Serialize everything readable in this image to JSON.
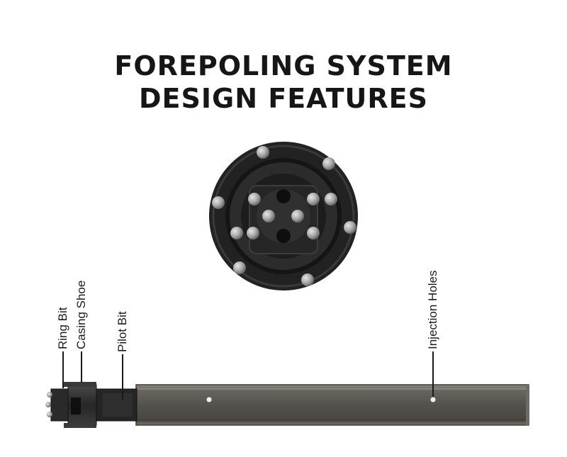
{
  "title": {
    "line1": "FOREPOLING SYSTEM",
    "line2": "DESIGN FEATURES"
  },
  "callouts": {
    "ring_bit": "Ring Bit",
    "casing_shoe": "Casing Shoe",
    "pilot_bit": "Pilot Bit",
    "injection_holes": "Injection Holes"
  },
  "colors": {
    "title": "#161616",
    "steel_dark": "#2b2b2b",
    "pipe_body": "#5a5752",
    "button_grey": "#9a9a9a"
  }
}
